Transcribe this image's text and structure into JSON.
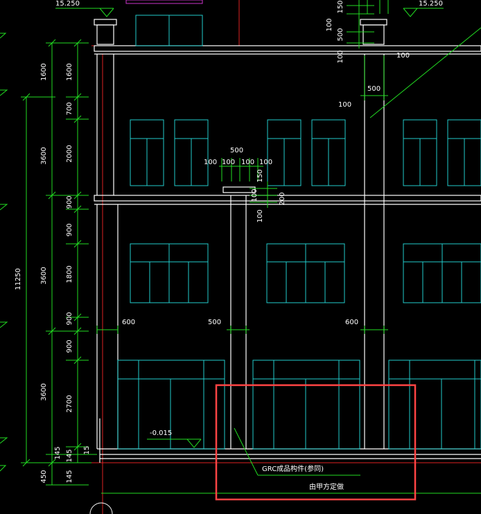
{
  "levels": {
    "top_elevation": "15.250",
    "top_elevation_right": "15.250",
    "ground_elevation": "-0.015"
  },
  "vertical_dims": {
    "inner": [
      "1600",
      "700",
      "2000",
      "900",
      "900",
      "1800",
      "900",
      "900",
      "2700",
      "145",
      "145",
      "15"
    ],
    "middle": [
      "1600",
      "3600",
      "3600",
      "3600",
      "450"
    ],
    "total": "11250",
    "bottom_extra": "145"
  },
  "horizontal_dims": {
    "bay_1": "600",
    "bay_2": "500",
    "bay_3": "600",
    "upper_500": "500",
    "upper_100s": [
      "100",
      "100",
      "100",
      "100"
    ],
    "right_500": "500",
    "right_100": "100",
    "right_100b": "100",
    "stack_top": [
      "150",
      "100",
      "500",
      "100"
    ],
    "mid_stack": [
      "150",
      "100",
      "200",
      "100"
    ]
  },
  "annotations": {
    "grc_note": "GRC成品构件(参同)",
    "owner_note": "由甲方定做"
  },
  "colors": {
    "walls": "#ffffff",
    "windows": "#22cccc",
    "dimensions": "#22dd22",
    "axis": "#dd2222",
    "highlight": "#ff4444"
  }
}
